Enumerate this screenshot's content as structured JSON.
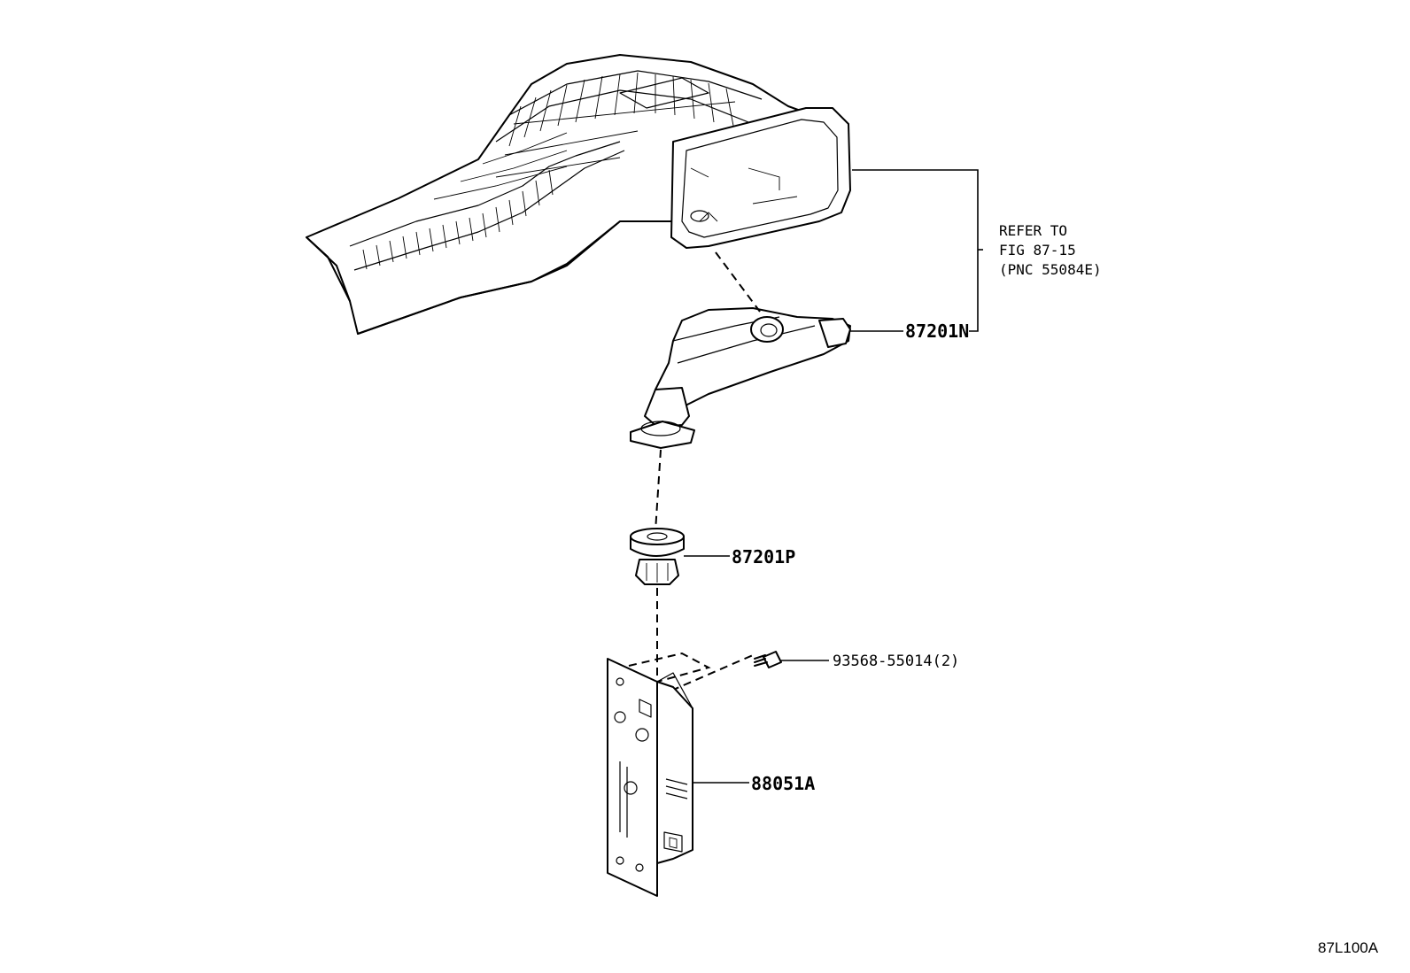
{
  "reference_note": {
    "line1": "REFER TO",
    "line2": "FIG 87-15",
    "line3": "(PNC 55084E)"
  },
  "callouts": [
    {
      "id": "duct",
      "part_number": "87201N"
    },
    {
      "id": "grommet",
      "part_number": "87201P"
    },
    {
      "id": "screw",
      "part_number": "93568-55014(2)"
    },
    {
      "id": "bracket-unit",
      "part_number": "88051A"
    }
  ],
  "figure_id": "87L100A"
}
